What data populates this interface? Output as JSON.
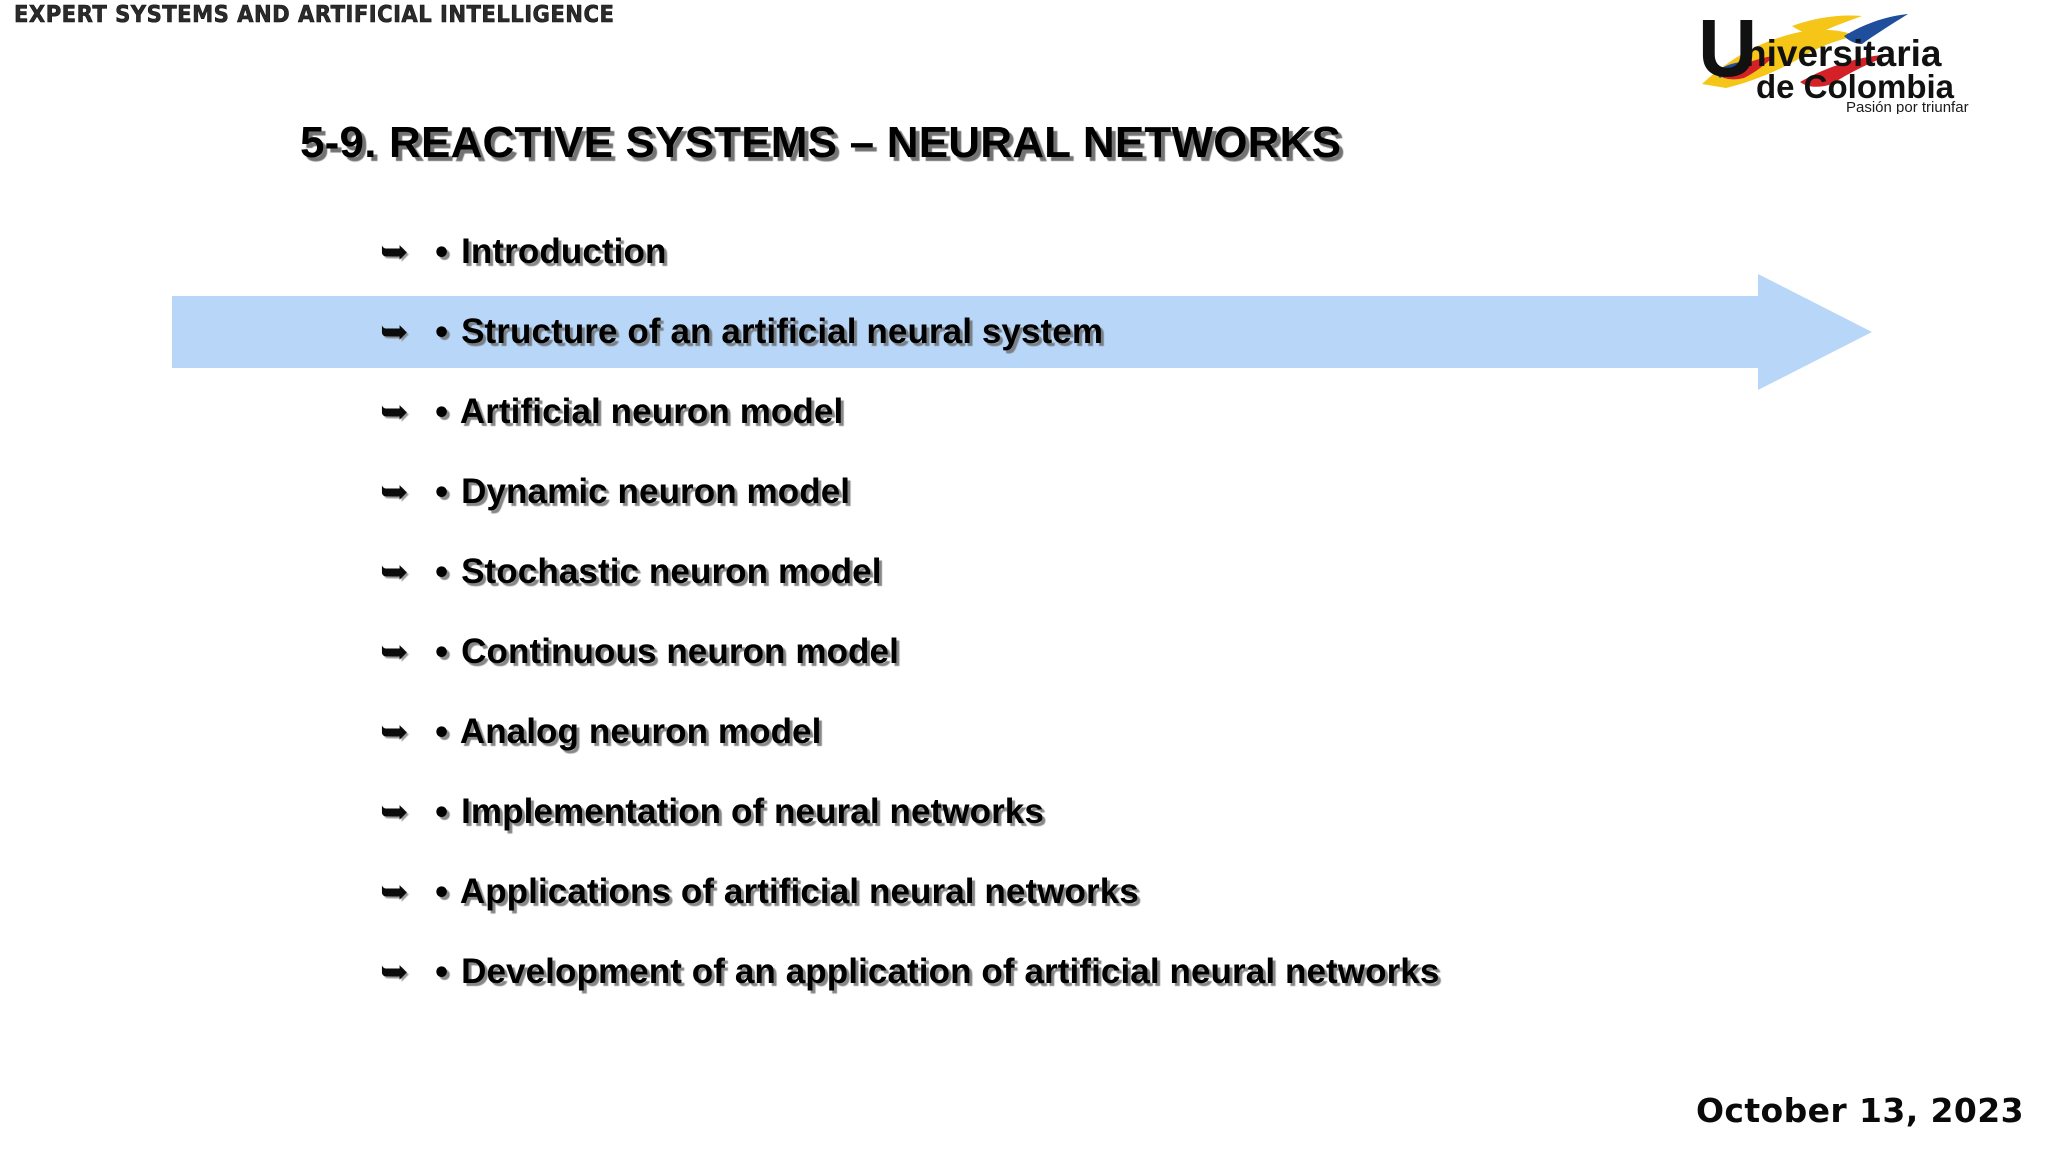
{
  "header": {
    "eyebrow": "EXPERT SYSTEMS AND ARTIFICIAL INTELLIGENCE"
  },
  "logo": {
    "letter": "U",
    "word_top": "niversitaria",
    "word_bottom": "de Colombia",
    "tagline": "Pasión por triunfar",
    "colors": {
      "text": "#111111",
      "yellow": "#F5C518",
      "red": "#D42027",
      "blue": "#1F4E9C"
    }
  },
  "title": {
    "text": "5-9. REACTIVE SYSTEMS – NEURAL NETWORKS"
  },
  "agenda": {
    "marker_icon": "chevron-arrow-bullet-icon",
    "highlight_color": "#B8D7F8",
    "highlighted_index": 1,
    "items": [
      {
        "bullet": "•",
        "label": "Introduction"
      },
      {
        "bullet": "•",
        "label": "Structure of an artificial neural system"
      },
      {
        "bullet": "•",
        "label": "Artificial neuron model"
      },
      {
        "bullet": "•",
        "label": "Dynamic neuron model"
      },
      {
        "bullet": "•",
        "label": "Stochastic neuron model"
      },
      {
        "bullet": "•",
        "label": "Continuous neuron model"
      },
      {
        "bullet": "•",
        "label": "Analog neuron model"
      },
      {
        "bullet": "•",
        "label": "Implementation of neural networks"
      },
      {
        "bullet": "•",
        "label": "Applications of artificial neural networks"
      },
      {
        "bullet": "•",
        "label": "Development of an application of artificial neural networks"
      }
    ]
  },
  "footer": {
    "date": "October 13, 2023"
  }
}
